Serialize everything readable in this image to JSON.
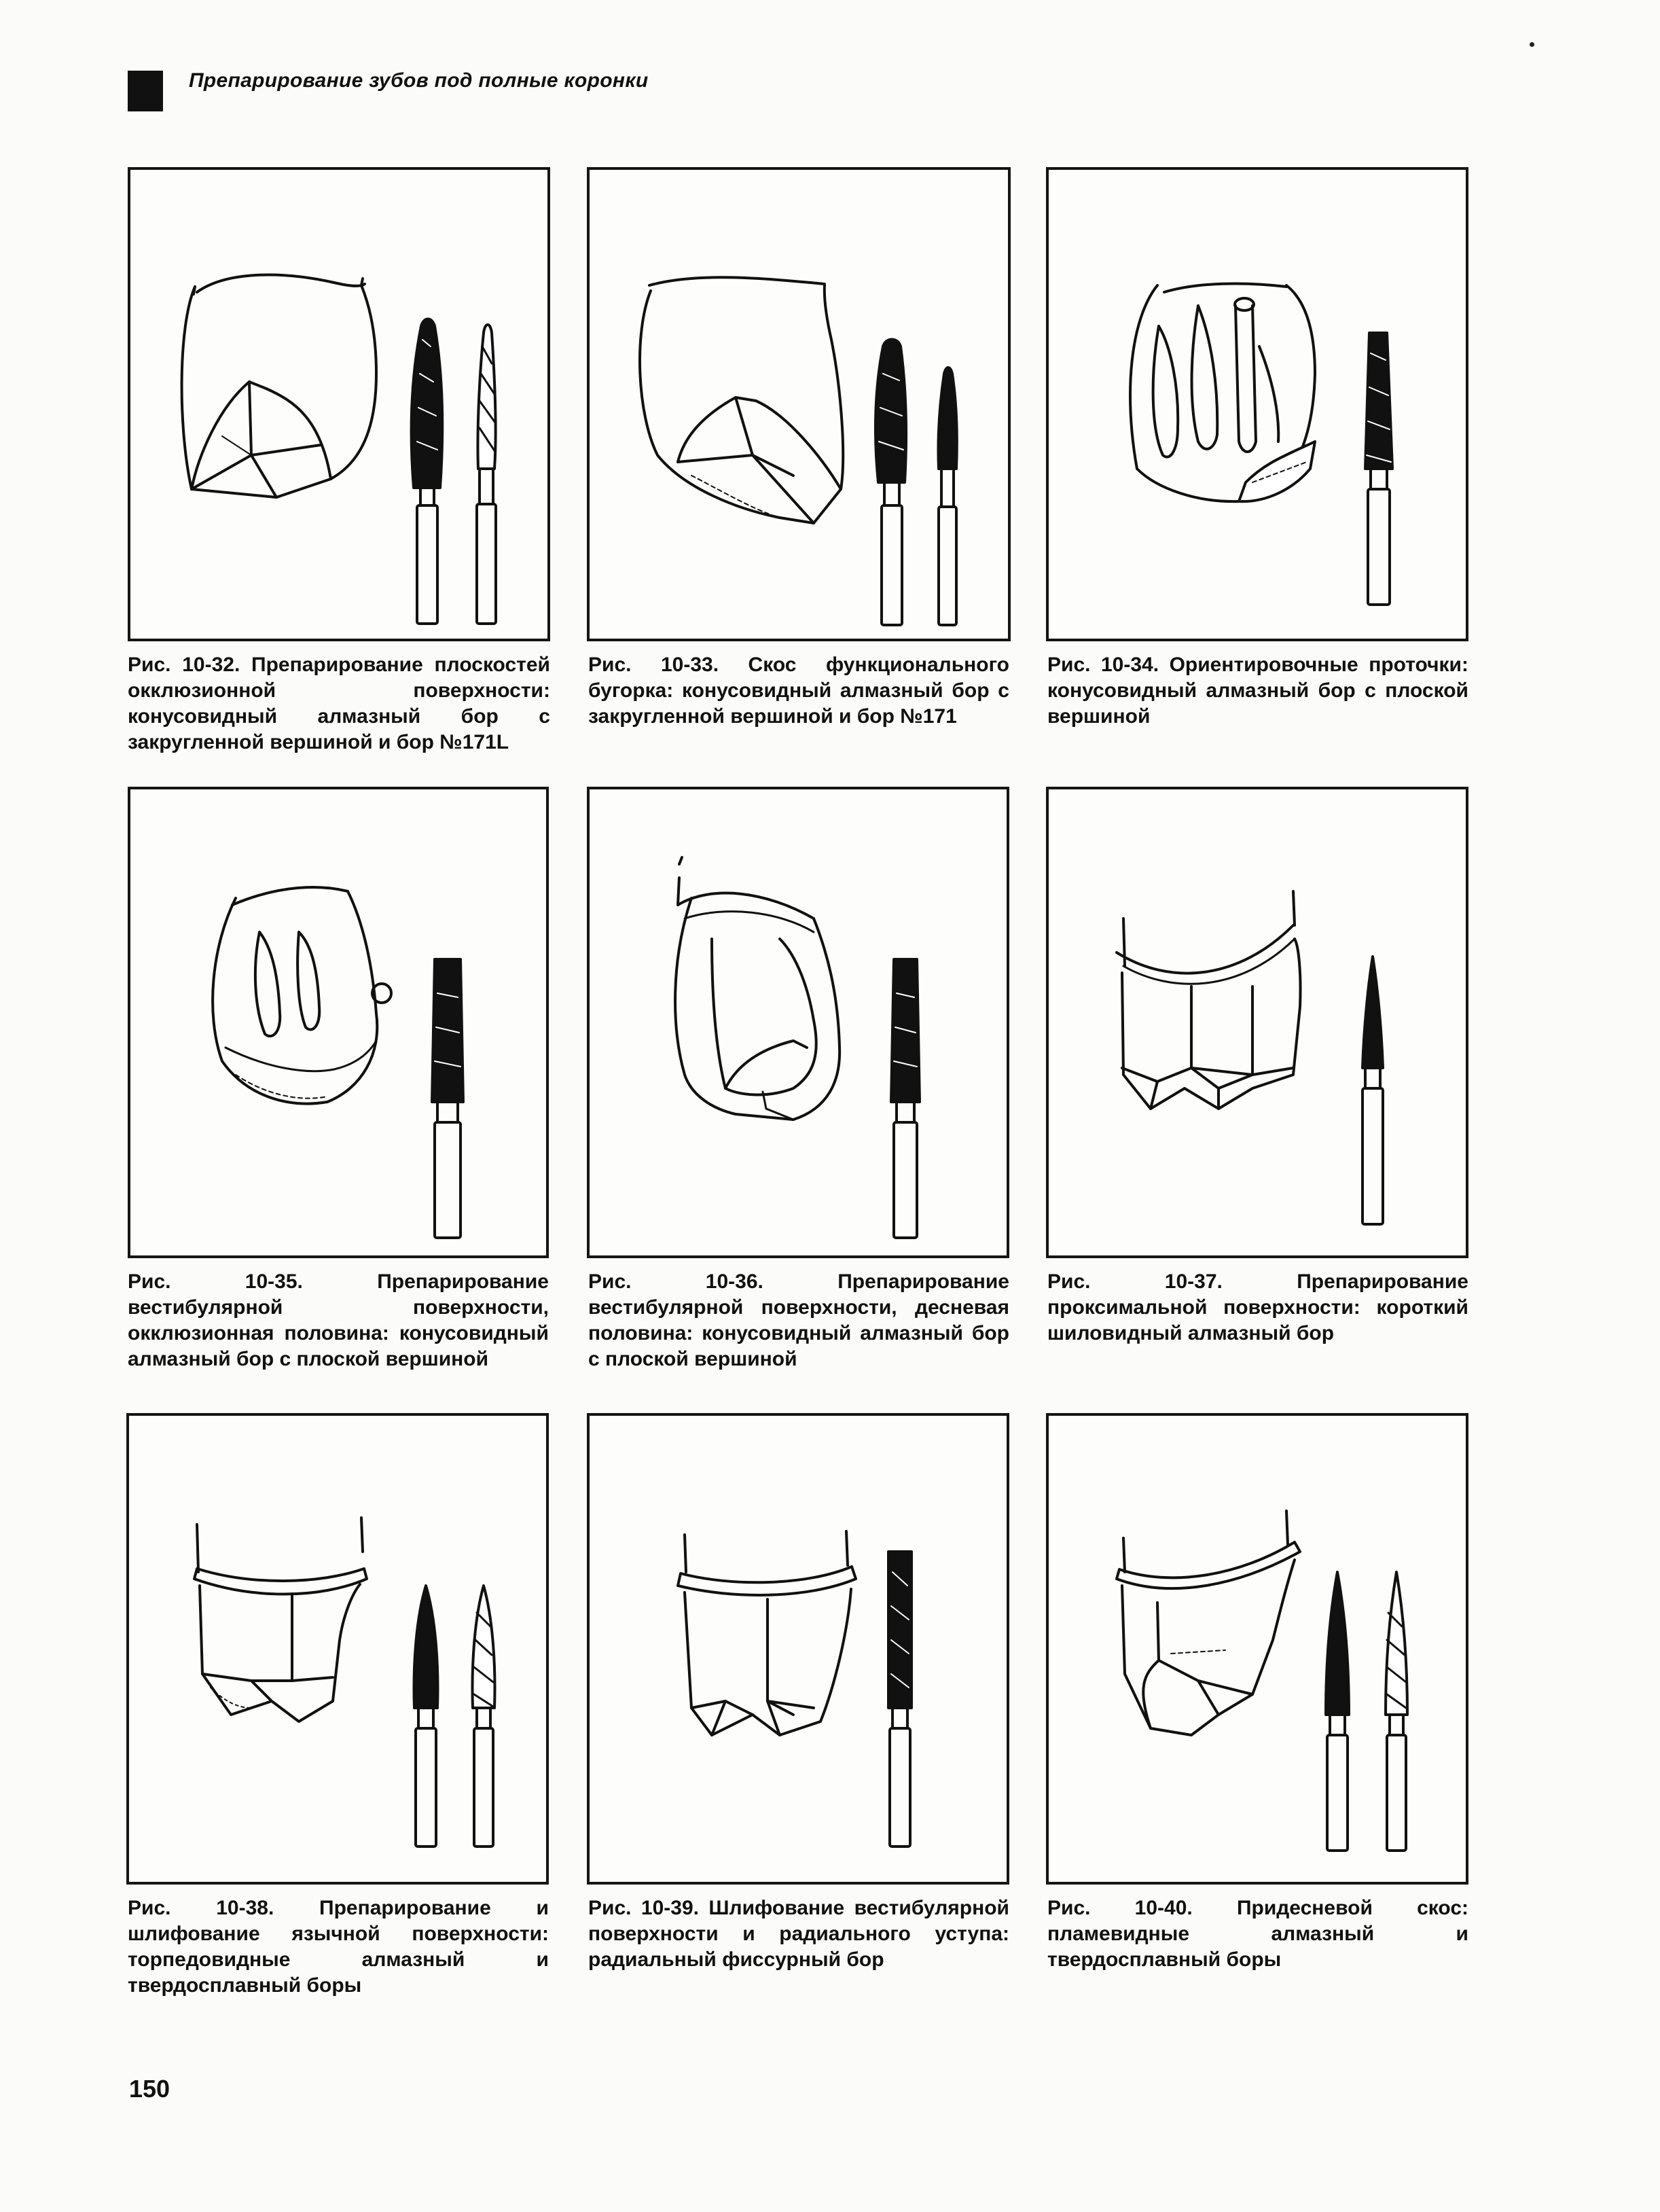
{
  "header": {
    "title": "Препарирование зубов под полные коронки"
  },
  "figures": [
    {
      "label": "Рис. 10-32.",
      "text": "Препарирование плоскостей окклюзионной поверхности: конусовидный алмазный бор с закругленной вершиной и бор №171L"
    },
    {
      "label": "Рис. 10-33.",
      "text": "Скос функционального бугорка: конусовидный алмазный бор с закругленной вершиной и бор №171"
    },
    {
      "label": "Рис. 10-34.",
      "text": "Ориентировочные проточки: конусовидный алмазный бор с плоской вершиной"
    },
    {
      "label": "Рис. 10-35.",
      "text": "Препарирование вестибулярной поверхности, окклюзионная половина: конусовидный алмазный бор с плоской вершиной"
    },
    {
      "label": "Рис. 10-36.",
      "text": "Препарирование вестибулярной поверхности, десневая половина: конусовидный алмазный бор с плоской вершиной"
    },
    {
      "label": "Рис. 10-37.",
      "text": "Препарирование проксимальной поверхности: короткий шиловидный алмазный бор"
    },
    {
      "label": "Рис. 10-38.",
      "text": "Препарирование и шлифование язычной поверхности: торпедовидные алмазный и твердосплавный боры"
    },
    {
      "label": "Рис. 10-39.",
      "text": "Шлифование вестибулярной поверхности и радиального уступа: радиальный фиссурный бор"
    },
    {
      "label": "Рис. 10-40.",
      "text": "Придесневой скос: пламевидные алмазный и твердосплавный боры"
    }
  ],
  "page_number": "150"
}
